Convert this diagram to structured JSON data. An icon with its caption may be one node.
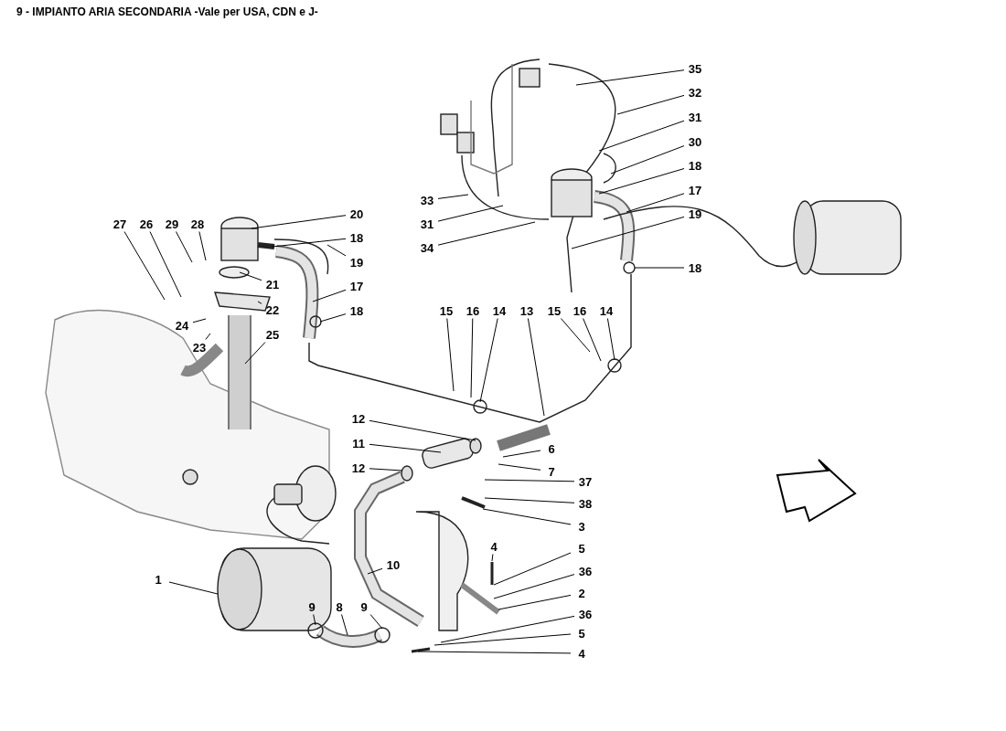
{
  "diagram": {
    "title": "9 - IMPIANTO ARIA SECONDARIA -Vale per USA, CDN e J-",
    "nodes": [
      {
        "text": [
          "35"
        ]
      },
      {
        "text": [
          "32"
        ]
      },
      {
        "text": [
          "31"
        ]
      },
      {
        "text": [
          "30"
        ]
      },
      {
        "text": [
          "18"
        ]
      },
      {
        "text": [
          "17"
        ]
      },
      {
        "text": [
          "19"
        ]
      },
      {
        "text": [
          "18"
        ]
      },
      {
        "text": [
          "33"
        ]
      },
      {
        "text": [
          "31"
        ]
      },
      {
        "text": [
          "34"
        ]
      },
      {
        "text": [
          "20"
        ]
      },
      {
        "text": [
          "18"
        ]
      },
      {
        "text": [
          "19"
        ]
      },
      {
        "text": [
          "17"
        ]
      },
      {
        "text": [
          "18"
        ]
      },
      {
        "text": [
          "27"
        ]
      },
      {
        "text": [
          "26"
        ]
      },
      {
        "text": [
          "29"
        ]
      },
      {
        "text": [
          "28"
        ]
      },
      {
        "text": [
          "21"
        ]
      },
      {
        "text": [
          "22"
        ]
      },
      {
        "text": [
          "24"
        ]
      },
      {
        "text": [
          "23"
        ]
      },
      {
        "text": [
          "25"
        ]
      },
      {
        "text": [
          "15"
        ]
      },
      {
        "text": [
          "16"
        ]
      },
      {
        "text": [
          "14"
        ]
      },
      {
        "text": [
          "13"
        ]
      },
      {
        "text": [
          "15"
        ]
      },
      {
        "text": [
          "16"
        ]
      },
      {
        "text": [
          "14"
        ]
      },
      {
        "text": [
          "12"
        ]
      },
      {
        "text": [
          "11"
        ]
      },
      {
        "text": [
          "12"
        ]
      },
      {
        "text": [
          "6"
        ]
      },
      {
        "text": [
          "7"
        ]
      },
      {
        "text": [
          "37"
        ]
      },
      {
        "text": [
          "38"
        ]
      },
      {
        "text": [
          "3"
        ]
      },
      {
        "text": [
          "4"
        ]
      },
      {
        "text": [
          "5"
        ]
      },
      {
        "text": [
          "36"
        ]
      },
      {
        "text": [
          "2"
        ]
      },
      {
        "text": [
          "36"
        ]
      },
      {
        "text": [
          "5"
        ]
      },
      {
        "text": [
          "4"
        ]
      },
      {
        "text": [
          "10"
        ]
      },
      {
        "text": [
          "9"
        ]
      },
      {
        "text": [
          "8"
        ]
      },
      {
        "text": [
          "9"
        ]
      },
      {
        "text": [
          "1"
        ]
      }
    ],
    "edges": [
      {
        "from": 0,
        "to": null,
        "arrow": "none"
      },
      {
        "from": 1,
        "to": null,
        "arrow": "none"
      },
      {
        "from": 2,
        "to": null,
        "arrow": "none"
      },
      {
        "from": 3,
        "to": null,
        "arrow": "none"
      },
      {
        "from": 4,
        "to": null,
        "arrow": "none"
      },
      {
        "from": 5,
        "to": null,
        "arrow": "none"
      },
      {
        "from": 6,
        "to": null,
        "arrow": "none"
      },
      {
        "from": 7,
        "to": null,
        "arrow": "none"
      },
      {
        "from": 8,
        "to": null,
        "arrow": "none"
      },
      {
        "from": 9,
        "to": null,
        "arrow": "none"
      },
      {
        "from": 10,
        "to": null,
        "arrow": "none"
      },
      {
        "from": 11,
        "to": null,
        "arrow": "none"
      },
      {
        "from": 12,
        "to": null,
        "arrow": "none"
      },
      {
        "from": 13,
        "to": null,
        "arrow": "none"
      },
      {
        "from": 14,
        "to": null,
        "arrow": "none"
      },
      {
        "from": 15,
        "to": null,
        "arrow": "none"
      },
      {
        "from": 16,
        "to": null,
        "arrow": "none"
      },
      {
        "from": 17,
        "to": null,
        "arrow": "none"
      },
      {
        "from": 18,
        "to": null,
        "arrow": "none"
      },
      {
        "from": 19,
        "to": null,
        "arrow": "none"
      },
      {
        "from": 20,
        "to": null,
        "arrow": "none"
      },
      {
        "from": 21,
        "to": null,
        "arrow": "none"
      },
      {
        "from": 22,
        "to": null,
        "arrow": "none"
      },
      {
        "from": 23,
        "to": null,
        "arrow": "none"
      },
      {
        "from": 24,
        "to": null,
        "arrow": "none"
      },
      {
        "from": 25,
        "to": null,
        "arrow": "none"
      },
      {
        "from": 26,
        "to": null,
        "arrow": "none"
      },
      {
        "from": 27,
        "to": null,
        "arrow": "none"
      },
      {
        "from": 28,
        "to": null,
        "arrow": "none"
      },
      {
        "from": 29,
        "to": null,
        "arrow": "none"
      },
      {
        "from": 30,
        "to": null,
        "arrow": "none"
      },
      {
        "from": 31,
        "to": null,
        "arrow": "none"
      },
      {
        "from": 32,
        "to": null,
        "arrow": "none"
      },
      {
        "from": 33,
        "to": null,
        "arrow": "none"
      },
      {
        "from": 34,
        "to": null,
        "arrow": "none"
      },
      {
        "from": 35,
        "to": null,
        "arrow": "none"
      },
      {
        "from": 36,
        "to": null,
        "arrow": "none"
      },
      {
        "from": 37,
        "to": null,
        "arrow": "none"
      },
      {
        "from": 38,
        "to": null,
        "arrow": "none"
      },
      {
        "from": 39,
        "to": null,
        "arrow": "none"
      },
      {
        "from": 40,
        "to": null,
        "arrow": "none"
      },
      {
        "from": 41,
        "to": null,
        "arrow": "none"
      },
      {
        "from": 42,
        "to": null,
        "arrow": "none"
      },
      {
        "from": 43,
        "to": null,
        "arrow": "none"
      },
      {
        "from": 44,
        "to": null,
        "arrow": "none"
      },
      {
        "from": 45,
        "to": null,
        "arrow": "none"
      },
      {
        "from": 46,
        "to": null,
        "arrow": "none"
      },
      {
        "from": 47,
        "to": null,
        "arrow": "none"
      },
      {
        "from": 48,
        "to": null,
        "arrow": "none"
      },
      {
        "from": 49,
        "to": null,
        "arrow": "none"
      },
      {
        "from": 50,
        "to": null,
        "arrow": "none"
      },
      {
        "from": 51,
        "to": null,
        "arrow": "none"
      }
    ]
  }
}
